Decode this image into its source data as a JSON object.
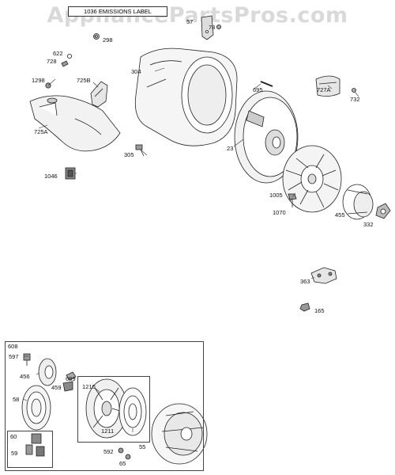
{
  "watermark": "AppliancePartsPros.com",
  "emissions_label": "1036 EMISSIONS LABEL",
  "parts": {
    "p298": "298",
    "p57": "57",
    "p78": "78",
    "p622": "622",
    "p728": "728",
    "p1298": "1298",
    "p725b": "725B",
    "p304": "304",
    "p695": "695",
    "p727a": "727A",
    "p732": "732",
    "p725a": "725A",
    "p23": "23",
    "p305": "305",
    "p1046": "1046",
    "p1005": "1005",
    "p1070": "1070",
    "p455": "455",
    "p332": "332",
    "p363": "363",
    "p165": "165",
    "p608": "608",
    "p597": "597",
    "p456": "456",
    "p689": "689",
    "p459": "459",
    "p58": "58",
    "p1210": "1210",
    "p1211": "1211",
    "p60": "60",
    "p59": "59",
    "p592": "592",
    "p65": "65",
    "p55": "55"
  }
}
